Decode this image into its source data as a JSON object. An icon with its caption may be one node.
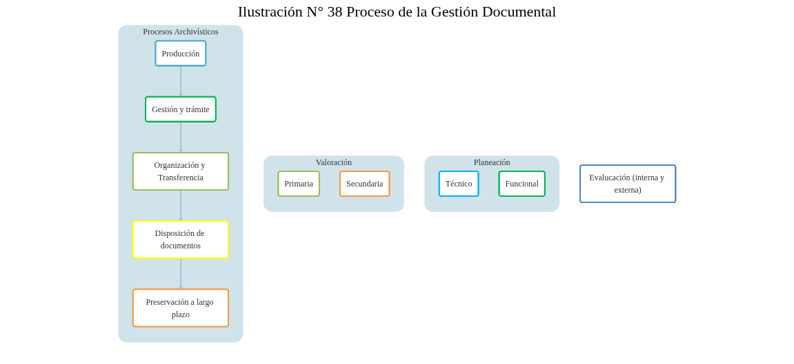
{
  "diagram": {
    "title": "Ilustración N° 38 Proceso de la Gestión Documental",
    "nodes": [
      {
        "text": [
          "Planeación"
        ]
      },
      {
        "text": [
          "Técnico"
        ],
        "in": 0
      },
      {
        "text": [
          "Funcional"
        ],
        "in": 0
      },
      {
        "text": [
          "Valoración"
        ]
      },
      {
        "text": [
          "Primaria"
        ],
        "in": 3
      },
      {
        "text": [
          "Secundaria"
        ],
        "in": 3
      },
      {
        "text": [
          "Procesos Archivísticos"
        ]
      },
      {
        "text": [
          "Producción"
        ],
        "in": 6
      },
      {
        "text": [
          "Gestión y trámite"
        ],
        "in": 6
      },
      {
        "text": [
          "Organización y Transferencia"
        ],
        "in": 6
      },
      {
        "text": [
          "Disposición de documentos"
        ],
        "in": 6
      },
      {
        "text": [
          "Preservación a largo plazo"
        ],
        "in": 6
      },
      {
        "text": [
          "Evalucación (interna y externa)"
        ]
      }
    ],
    "edges": [
      {
        "from": 7,
        "to": 8,
        "arrow": "to"
      },
      {
        "from": 8,
        "to": 9,
        "arrow": "to"
      },
      {
        "from": 9,
        "to": 10,
        "arrow": "to"
      },
      {
        "from": 10,
        "to": 11,
        "arrow": "to"
      }
    ]
  }
}
